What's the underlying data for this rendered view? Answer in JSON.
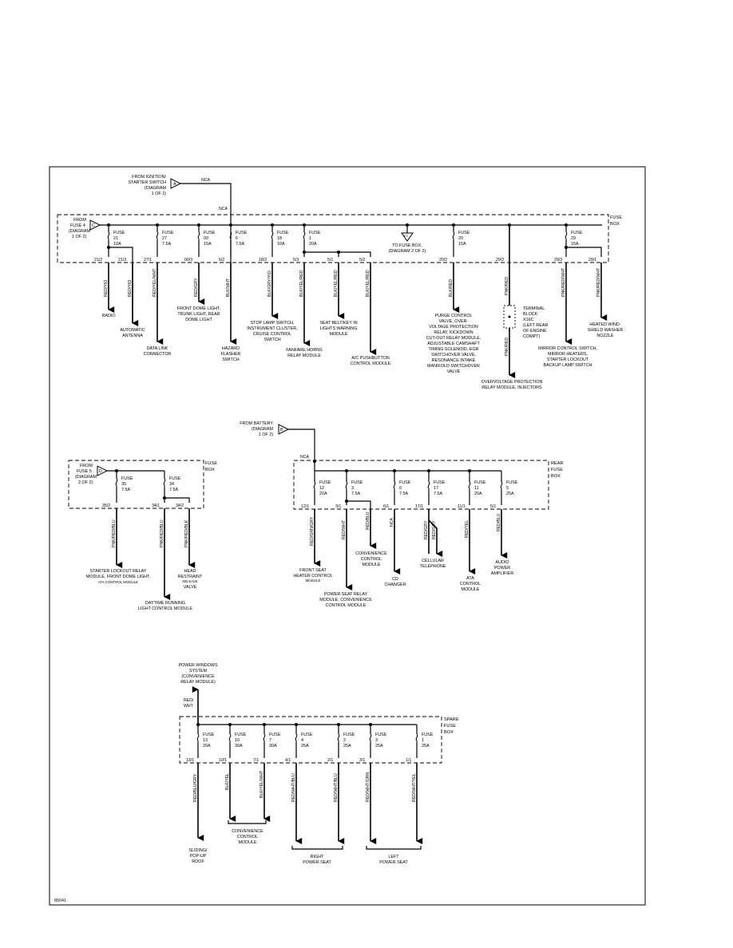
{
  "figure_id": "85041",
  "ignition": {
    "source": [
      "FROM IGNITION/",
      "STARTER SWITCH",
      "(DIAGRAM",
      "1 OF 2)"
    ],
    "connector": "A",
    "wire_top": "NCA",
    "wire_side": "NCA"
  },
  "fusebox1": {
    "title": [
      "FUSE",
      "BOX"
    ],
    "from_label": [
      "FROM",
      "FUSE 4",
      "(DIAGRAM",
      "1 OF 2)"
    ],
    "from_connector": "C",
    "to_label": [
      "TO FUSE BOX,",
      "(DIAGRAM 2 OF 2)"
    ],
    "to_connector": "F2",
    "terminal_block": [
      "TERMINAL",
      "BLOCK",
      "X16C",
      "(LEFT REAR",
      "OF ENGINE",
      "COMPT)"
    ],
    "fuses": [
      {
        "name": "FUSE",
        "num": "21",
        "rating": "10A"
      },
      {
        "name": "FUSE",
        "num": "27",
        "rating": "7.5A"
      },
      {
        "name": "FUSE",
        "num": "00",
        "rating": "15A"
      },
      {
        "name": "FUSE",
        "num": "6",
        "rating": "7.5A"
      },
      {
        "name": "FUSE",
        "num": "18",
        "rating": "10A"
      },
      {
        "name": "FUSE",
        "num": "1",
        "rating": "20A"
      },
      {
        "name": "FUSE",
        "num": "20",
        "rating": "15A"
      },
      {
        "name": "FUSE",
        "num": "29",
        "rating": "15A"
      }
    ],
    "terminals": [
      "21/2",
      "21/3",
      "27/1",
      "00/3",
      "6/2",
      "18/2",
      "5/3",
      "5/1",
      "5/2",
      "20/2",
      "29/2",
      "29/3",
      "29/1"
    ],
    "wires": [
      "RED/YIO",
      "RED/YIO",
      "RED/YEL/WHT",
      "RED/GRY",
      "BLK/WHT",
      "BLK/GRY/YIO",
      "BLK/YEL/RED",
      "BLK/YEL/RED",
      "BLK/YEL/RED",
      "BLK/RED",
      "PNK/RED",
      "PNK/RED/WHT",
      "PNK/RED/WHT",
      "PNK/RED"
    ],
    "loads": {
      "radio": [
        "RADIO"
      ],
      "antenna": [
        "AUTOMATIC",
        "ANTENNA"
      ],
      "datalink": [
        "DATA LINK",
        "CONNECTOR"
      ],
      "dome": [
        "FRONT DOME LIGHT,",
        "TRUNK LIGHT, REAR",
        "DOME LIGHT"
      ],
      "hazard": [
        "HAZARD",
        "FLASHER",
        "SWITCH"
      ],
      "stoplamp": [
        "STOP LAMP SWITCH,",
        "INSTRUMENT CLUSTER,",
        "CRUISE CONTROL",
        "SWITCH"
      ],
      "fanfare": [
        "FANFARE HORNS",
        "RELAY MODULE"
      ],
      "seatbelt": [
        "SEAT BELT/KEY IN",
        "LIGHTS WARNING",
        "MODULE"
      ],
      "ac": [
        "A/C PUSHBUTTON",
        "CONTROL MODULE"
      ],
      "purge": [
        "PURGE CONTROL",
        "VALVE, OVER-",
        "VOLTAGE PROTECTION",
        "RELAY, KICKDOWN",
        "CUT-OUT RELAY MODULE,",
        "ADJUSTABLE CAMSHAFT",
        "TIMING SOLENOID, EGR",
        "SWITCHOVER VALVE,",
        "RESONANCE INTAKE",
        "MANIFOLD SWITCHOVER",
        "VALVE"
      ],
      "overvoltage": [
        "OVERVOLTAGE PROTECTION",
        "RELAY MODULE, INJECTORS"
      ],
      "mirror": [
        "MIRROR CONTROL SWITCH,",
        "MIRROR HEATERS,",
        "STARTER LOCKOUT",
        "BACKUP LAMP SWITCH"
      ],
      "washer": [
        "HEATED WIND-",
        "SHIELD WASHER",
        "NOZZLE"
      ]
    }
  },
  "fusebox2": {
    "title": [
      "FUSE",
      "BOX"
    ],
    "from_label": [
      "FROM",
      "FUSE 5",
      "(DIAGRAM",
      "2 OF 2)"
    ],
    "from_connector": "D",
    "fuses": [
      {
        "name": "FUSE",
        "num": "35",
        "rating": "7.5A"
      },
      {
        "name": "FUSE",
        "num": "34",
        "rating": "7.5A"
      }
    ],
    "terminals": [
      "35/2",
      "34/1",
      "34/2"
    ],
    "wires": [
      "PNK/RED/BLU",
      "PNK/RED/BLU",
      "PNK/RED/BLK"
    ],
    "loads": {
      "starter": [
        "STARTER LOCKOUT RELAY",
        "MODULE, FRONT DOME LIGHT,",
        "ATA CONTROL MODULE"
      ],
      "daytime": [
        "DAYTIME RUNNING",
        "LIGHT CONTROL MODULE"
      ],
      "head": [
        "HEAD",
        "RESTRAINT",
        "DELEASE",
        "VALVE"
      ]
    }
  },
  "fusebox3": {
    "title": [
      "REAR",
      "FUSE",
      "BOX"
    ],
    "battery": [
      "FROM BATTERY",
      "(DIAGRAM",
      "1 OF 2)"
    ],
    "battery_connector": "B",
    "wire": "NCA",
    "fuses": [
      {
        "name": "FUSE",
        "num": "12",
        "rating": "20A"
      },
      {
        "name": "FUSE",
        "num": "3",
        "rating": "7.5A"
      },
      {
        "name": "FUSE",
        "num": "6",
        "rating": "7.5A"
      },
      {
        "name": "FUSE",
        "num": "17",
        "rating": "7.5A"
      },
      {
        "name": "FUSE",
        "num": "11",
        "rating": "20A"
      },
      {
        "name": "FUSE",
        "num": "5",
        "rating": "25A"
      }
    ],
    "terminals": [
      "12/1",
      "3/1",
      "6/1",
      "17/1",
      "11/1",
      "5/1"
    ],
    "wires": [
      "RED/GRN/GRY",
      "RED/WHT",
      "RED/BLU",
      "NCA",
      "RED/GRY",
      "RED/GRY",
      "RED/YEL",
      "RED/BLU"
    ],
    "loads": {
      "seat": [
        "FRONT SEAT",
        "HEATER CONTROL",
        "MODULE"
      ],
      "power": [
        "POWER SEAT RELAY",
        "MODULE, CONVENIENCE",
        "CONTROL MODULE"
      ],
      "conv": [
        "CONVENIENCE",
        "CONTROL",
        "MODULE"
      ],
      "cd": [
        "CD",
        "CHANGER"
      ],
      "phone": [
        "CELLULAR",
        "TELEPHONE"
      ],
      "ata": [
        "ATA",
        "CONTROL",
        "MODULE"
      ],
      "amp": [
        "AUDIO",
        "POWER",
        "AMPLIFIER"
      ]
    }
  },
  "fusebox4": {
    "title": [
      "SPARE",
      "FUSE",
      "BOX"
    ],
    "top_load": [
      "POWER WINDOWS",
      "SYSTEM",
      "(CONVENIENCE",
      "RELAY MODULE)"
    ],
    "top_wire": [
      "RED/",
      "WHT"
    ],
    "fuses": [
      {
        "name": "FUSE",
        "num": "13",
        "rating": "20A"
      },
      {
        "name": "FUSE",
        "num": "10",
        "rating": "30A"
      },
      {
        "name": "FUSE",
        "num": "7",
        "rating": "30A"
      },
      {
        "name": "FUSE",
        "num": "4",
        "rating": "25A"
      },
      {
        "name": "FUSE",
        "num": "2",
        "rating": "25A"
      },
      {
        "name": "FUSE",
        "num": "3",
        "rating": "25A"
      },
      {
        "name": "FUSE",
        "num": "1",
        "rating": "25A"
      }
    ],
    "terminals": [
      "13/1",
      "10/1",
      "7/1",
      "4/1",
      "2/1",
      "3/1",
      "1/1"
    ],
    "wires": [
      "RED/BLU/GRY",
      "BLK/YEL",
      "BLK/YEL/WHT",
      "RED/WHT/BLU",
      "RED/WHT/BLU",
      "RED/WHT/GRN",
      "RED/WHT/YEL"
    ],
    "loads": {
      "roof": [
        "SLIDING/",
        "POP-UP",
        "ROOF"
      ],
      "conv": [
        "CONVENIENCE",
        "CONTROL",
        "MODULE"
      ],
      "right": [
        "RIGHT",
        "POWER SEAT"
      ],
      "left": [
        "LEFT",
        "POWER SEAT"
      ]
    }
  }
}
